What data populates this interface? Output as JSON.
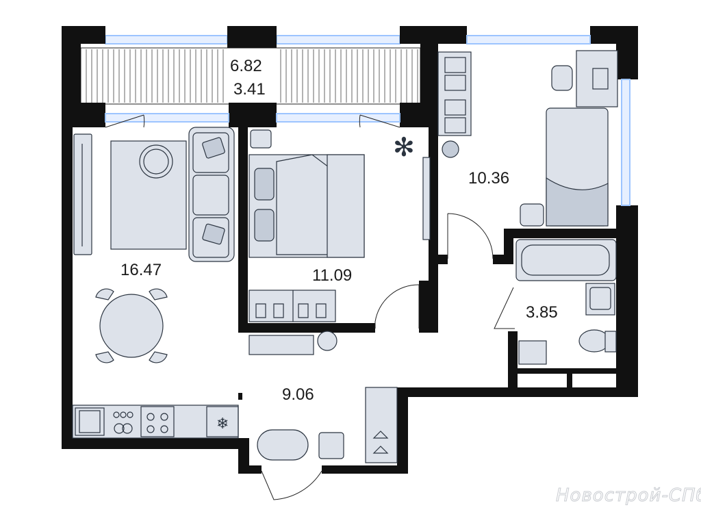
{
  "rooms": {
    "balcony_total": "6.82",
    "balcony_effective": "3.41",
    "living_room": "16.47",
    "bedroom": "11.09",
    "kids_room": "10.36",
    "bathroom": "3.85",
    "hallway": "9.06"
  },
  "watermark": "Новострой-СПб",
  "colors": {
    "wall": "#111111",
    "furniture_fill": "#dde2ea",
    "window_glass": "#9cc4ff",
    "background": "#ffffff"
  }
}
